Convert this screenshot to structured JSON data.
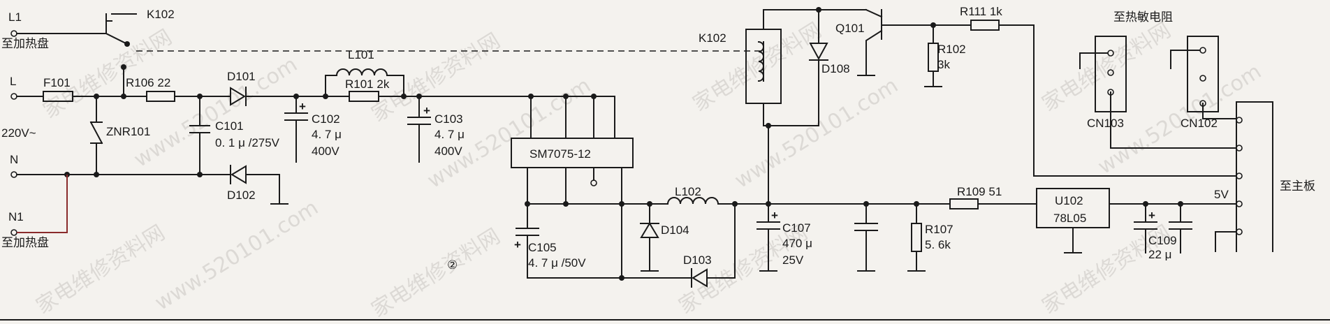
{
  "watermark": {
    "cn": "家电维修资料网",
    "url": "www.520101.com"
  },
  "terminals": {
    "L1": "L1",
    "L1_to": "至加热盘",
    "L": "L",
    "voltage": "220V~",
    "N": "N",
    "N1": "N1",
    "N1_to": "至加热盘"
  },
  "components": {
    "K102_switch": "K102",
    "K102_coil": "K102",
    "F101": "F101",
    "R106": "R106  22",
    "D101": "D101",
    "ZNR101": "ZNR101",
    "C101": "C101",
    "C101_value": "0. 1 μ /275V",
    "D102": "D102",
    "L101": "L101",
    "R101": "R101  2k",
    "C102": "C102",
    "C102_value1": "4. 7 μ",
    "C102_value2": "400V",
    "C103": "C103",
    "C103_value1": "4. 7 μ",
    "C103_value2": "400V",
    "SM7075": "SM7075-12",
    "C105": "C105",
    "C105_value": "4. 7 μ /50V",
    "D104": "D104",
    "L102": "L102",
    "D103": "D103",
    "D108": "D108",
    "Q101": "Q101",
    "R102": "R102",
    "R102_value": "3k",
    "R111": "R111  1k",
    "C107": "C107",
    "C107_value1": "470 μ",
    "C107_value2": "25V",
    "R107": "R107",
    "R107_value": "5. 6k",
    "R109": "R109  51",
    "U102": "U102",
    "U102_part": "78L05",
    "C109": "C109",
    "C109_value": "22 μ",
    "CN103": "CN103",
    "CN102": "CN102",
    "to_thermistor": "至热敏电阻",
    "to_mainboard": "至主板",
    "v5": "5V",
    "figure_num": "②"
  }
}
